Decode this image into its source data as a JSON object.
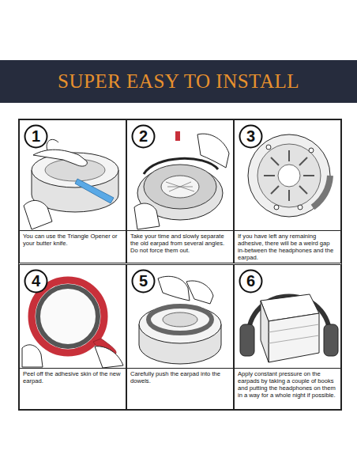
{
  "diagram": {
    "title": "SUPER EASY TO INSTALL",
    "nodes": [
      {
        "text": [
          "You can use the Triangle Opener or your butter knife."
        ]
      },
      {
        "text": [
          "1"
        ],
        "in": 0
      },
      {
        "text": [
          "Take your time and slowly separate the old earpad from several angles. Do not force them out."
        ]
      },
      {
        "text": [
          "2"
        ],
        "in": 2
      },
      {
        "text": [
          "If you have left any remaining adhesive, there will be a weird gap in-between the headphones and the earpad."
        ]
      },
      {
        "text": [
          "3"
        ],
        "in": 4
      },
      {
        "text": [
          "Peel off the adhesive skin of the new earpad."
        ]
      },
      {
        "text": [
          "4"
        ],
        "in": 6
      },
      {
        "text": [
          "Carefully push the earpad into the dowels."
        ]
      },
      {
        "text": [
          "5"
        ],
        "in": 8
      },
      {
        "text": [
          "Apply constant pressure on the earpads by taking a couple of books and putting the headphones on them in a way for a whole night if possible."
        ]
      },
      {
        "text": [
          "6"
        ],
        "in": 10
      }
    ]
  }
}
